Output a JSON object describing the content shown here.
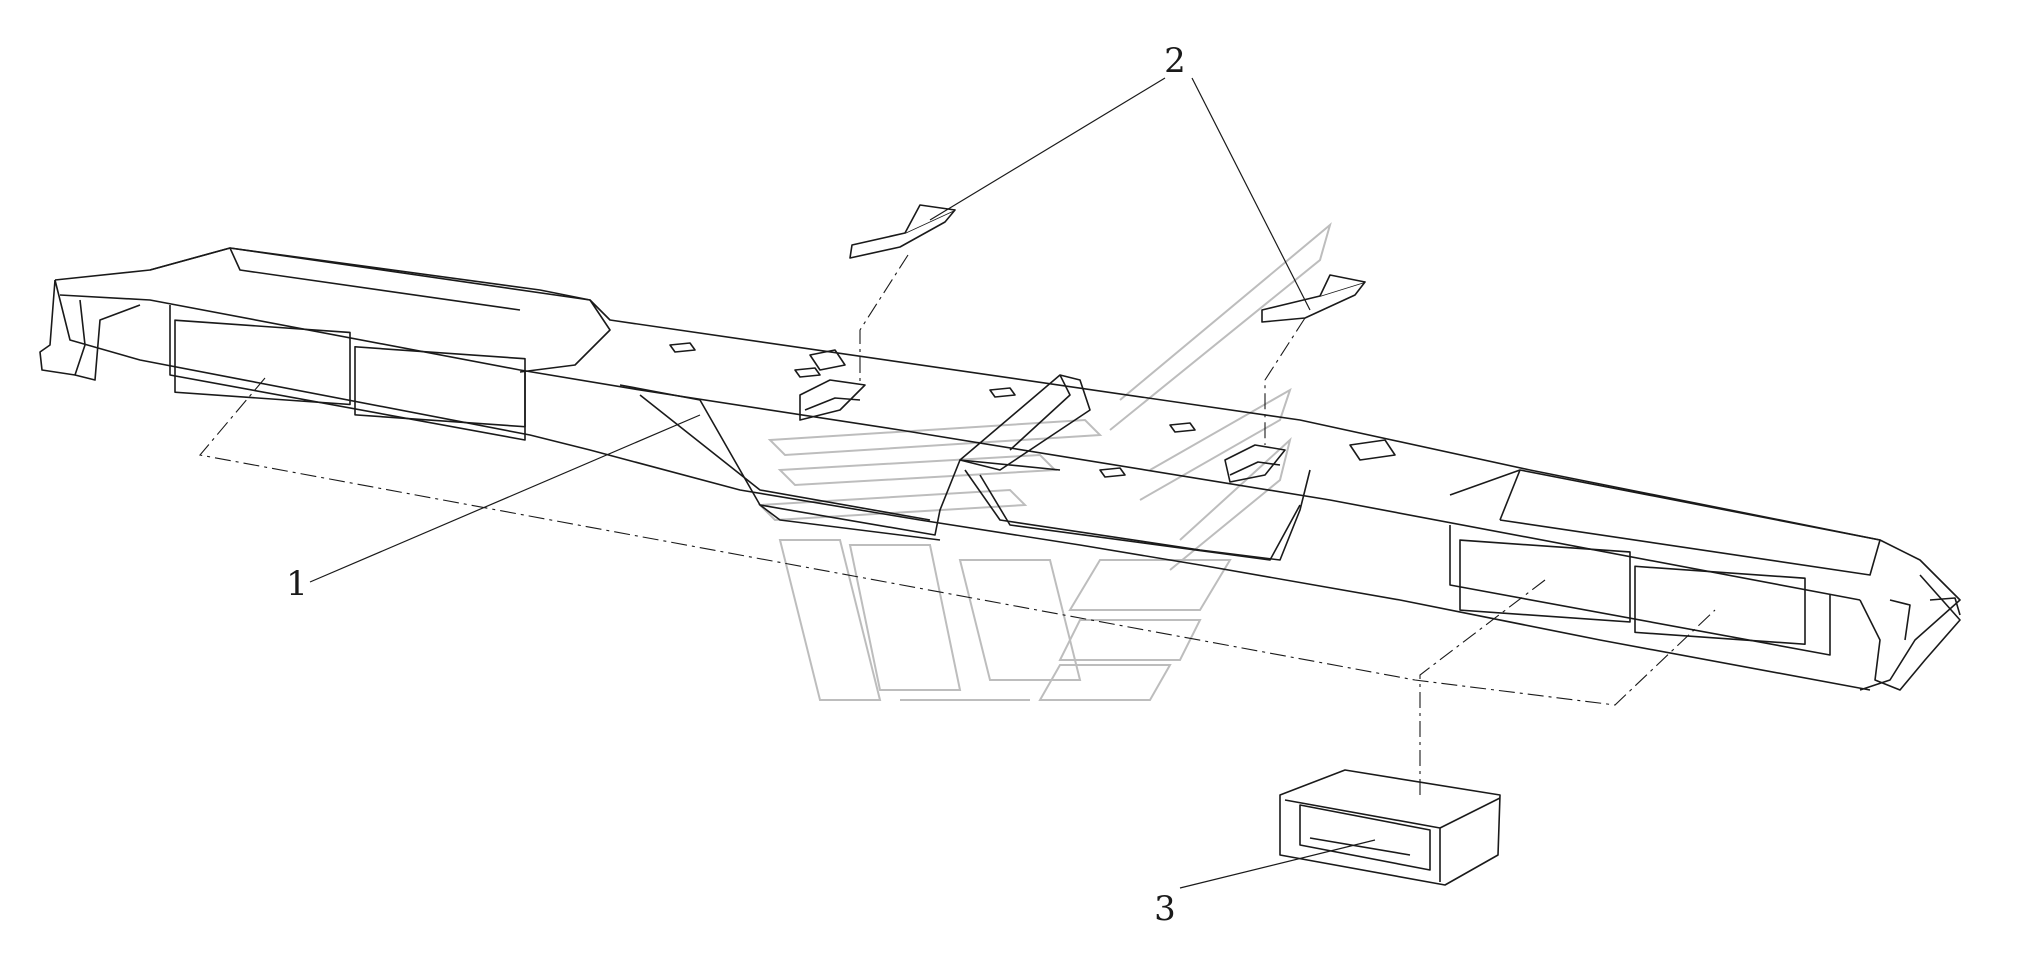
{
  "callouts": {
    "part_1": "1",
    "part_2": "2",
    "part_3": "3"
  },
  "colors": {
    "line": "#1a1a1a",
    "watermark": "#bdbdbd"
  }
}
